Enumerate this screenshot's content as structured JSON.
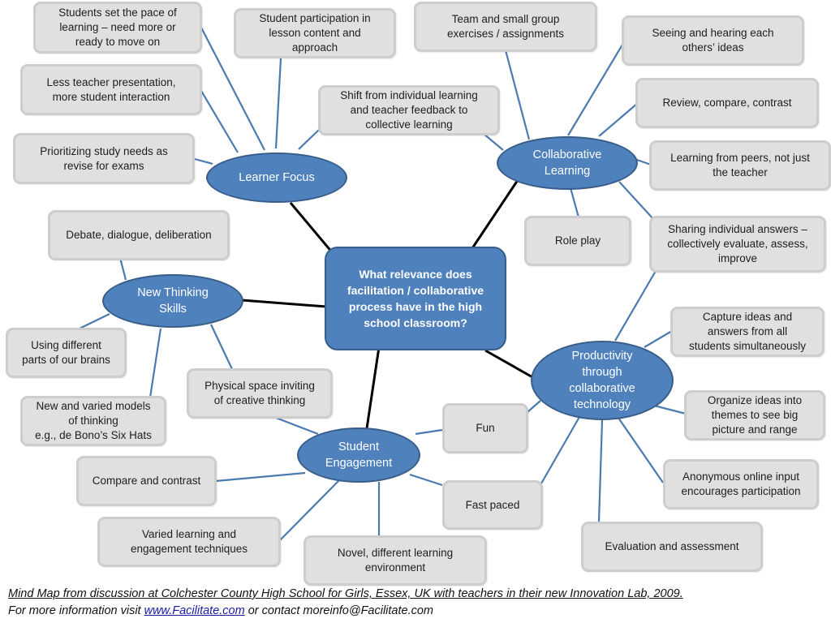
{
  "center": {
    "label": "What relevance  does\nfacilitation / collaborative\nprocess have in the high\nschool classroom?"
  },
  "hubs": {
    "learner_focus": "Learner Focus",
    "collaborative_learning": "Collaborative\nLearning",
    "new_thinking_skills": "New Thinking\nSkills",
    "productivity": "Productivity\nthrough\ncollaborative\ntechnology",
    "student_engagement": "Student\nEngagement"
  },
  "leaves": {
    "learner_focus": [
      "Students set the pace of\nlearning – need more or\nready to move on",
      "Student participation in\nlesson content and\napproach",
      "Less teacher presentation,\nmore student interaction",
      "Prioritizing study needs as\nrevise for exams",
      "Shift from individual learning\nand teacher feedback to\ncollective learning"
    ],
    "collaborative_learning": [
      "Team and small group\nexercises / assignments",
      "Seeing and hearing each\nothers’ ideas",
      "Review, compare, contrast",
      "Learning from peers, not just\nthe teacher",
      "Role play",
      "Sharing individual answers –\ncollectively evaluate, assess,\nimprove"
    ],
    "new_thinking_skills": [
      "Debate, dialogue, deliberation",
      "Using different\nparts of our brains",
      "New and varied models\nof thinking\ne.g., de Bono’s Six Hats",
      "Physical space inviting\nof creative thinking"
    ],
    "productivity": [
      "Capture ideas and\nanswers from all\nstudents simultaneously",
      "Organize ideas into\nthemes to see big\npicture and range",
      "Anonymous online input\nencourages participation",
      "Evaluation and assessment"
    ],
    "student_engagement": [
      "Fun",
      "Fast paced",
      "Compare and contrast",
      "Varied learning and\nengagement techniques",
      "Novel, different learning\nenvironment"
    ]
  },
  "footer": {
    "line1": "Mind Map from discussion at Colchester County High School for Girls, Essex, UK with teachers in their new Innovation Lab, 2009.",
    "line2_prefix": "For more information visit ",
    "link": "www.Facilitate.com",
    "line2_suffix": " or contact moreinfo@Facilitate.com"
  },
  "colors": {
    "hub_fill": "#4f81bd",
    "hub_border": "#385d8a",
    "leaf_fill": "#e0e0e0",
    "leaf_border": "#cdcdcd",
    "branch_line": "#4a7ab0",
    "trunk_line": "#000000"
  }
}
